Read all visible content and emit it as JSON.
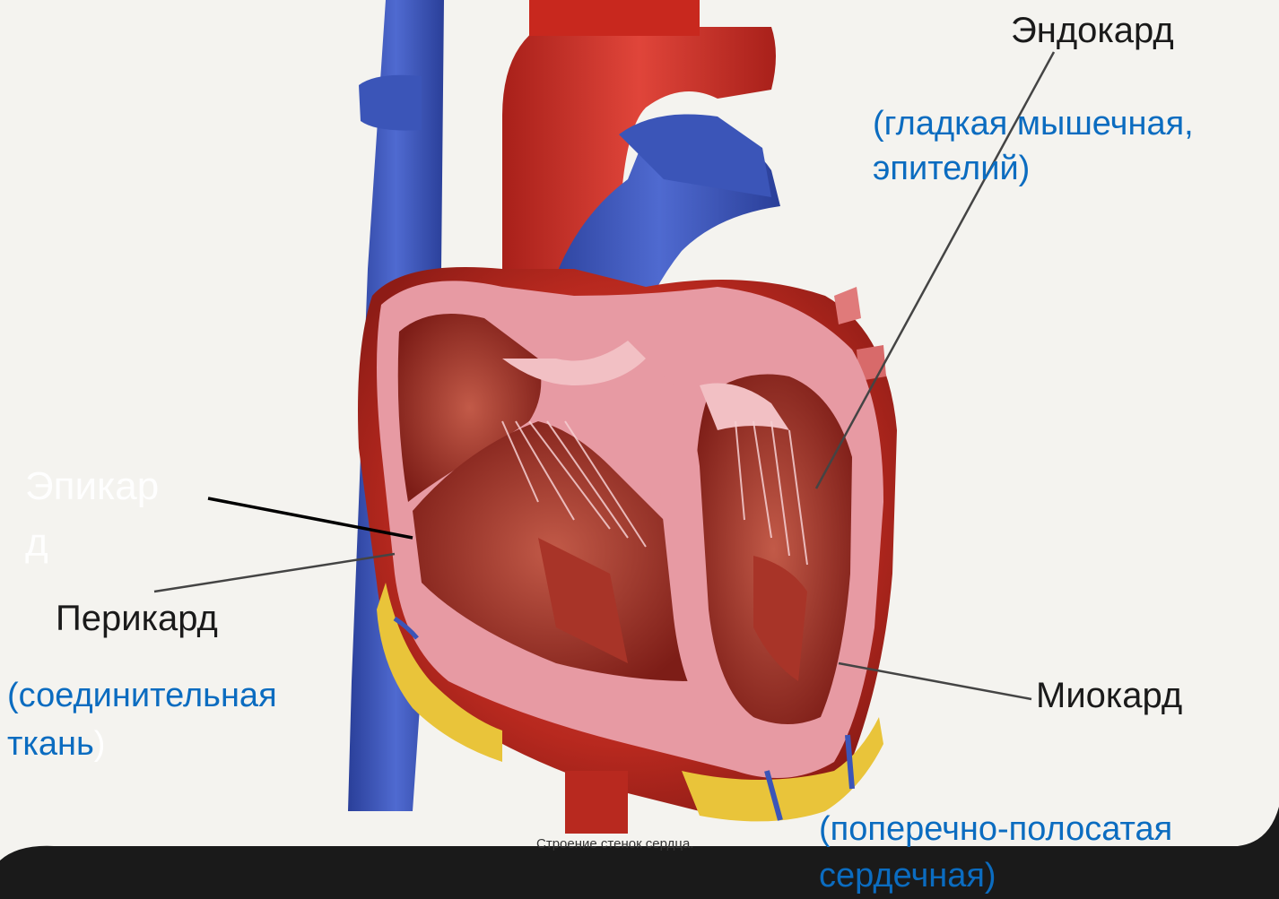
{
  "labels": {
    "endocard": "Эндокард",
    "endocard_tissue_line1": "(гладкая мышечная,",
    "endocard_tissue_line2": "эпителий)",
    "epicard_line1": "Эпикар",
    "epicard_line2": "д",
    "pericard": "Перикард",
    "pericard_tissue_line1": "(соединительная",
    "pericard_tissue_line2": "ткань",
    "pericard_tissue_paren": ")",
    "myocard": "Миокард",
    "myocard_tissue_line1": "(поперечно-полосатая",
    "myocard_tissue_line2": "сердечная)"
  },
  "caption": "Строение стенок сердца.",
  "colors": {
    "background_light": "#f4f3ef",
    "background_dark": "#1a1a1a",
    "label_blue": "#0b6cc0",
    "label_black": "#1a1a1a",
    "label_white": "#ffffff",
    "vein_blue": "#3b55b8",
    "artery_red": "#c8281e",
    "myocardium_pink": "#e79aa3",
    "fat_yellow": "#e9c43a"
  }
}
